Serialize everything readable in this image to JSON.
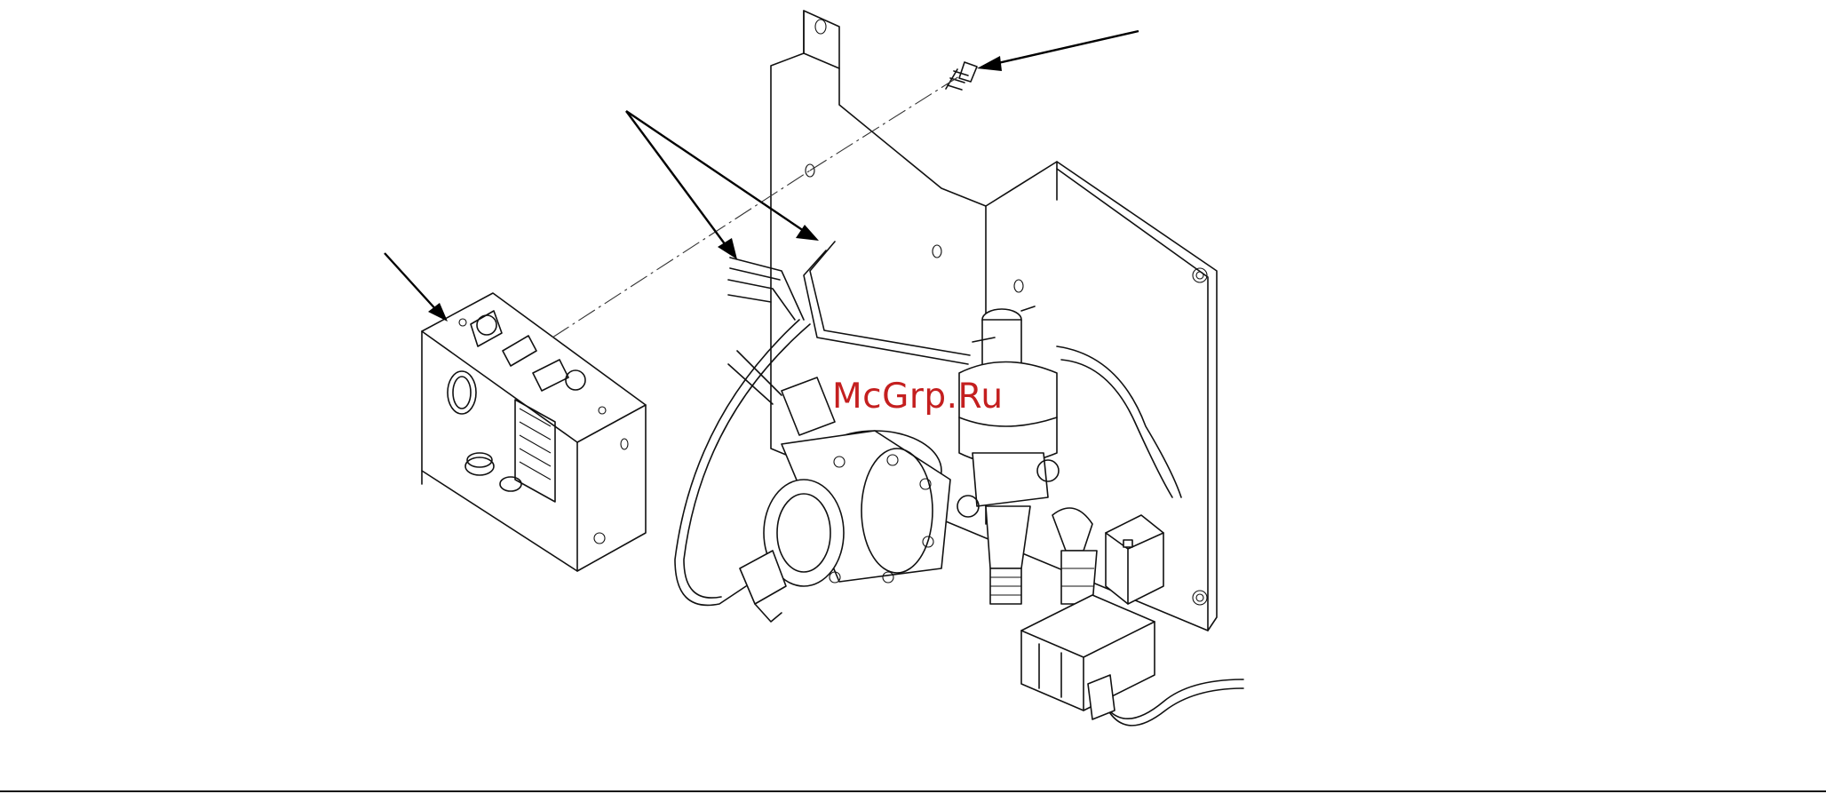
{
  "figure": {
    "watermark_text": "McGrp.Ru",
    "watermark_color": "#c41f1f",
    "line_color": "#111111",
    "background": "#ffffff"
  },
  "components": [
    {
      "name": "mounting-plate"
    },
    {
      "name": "junction-box"
    },
    {
      "name": "screw"
    },
    {
      "name": "wire-leads"
    },
    {
      "name": "gear-pump"
    },
    {
      "name": "dispense-valve"
    },
    {
      "name": "solenoid-valve"
    }
  ]
}
